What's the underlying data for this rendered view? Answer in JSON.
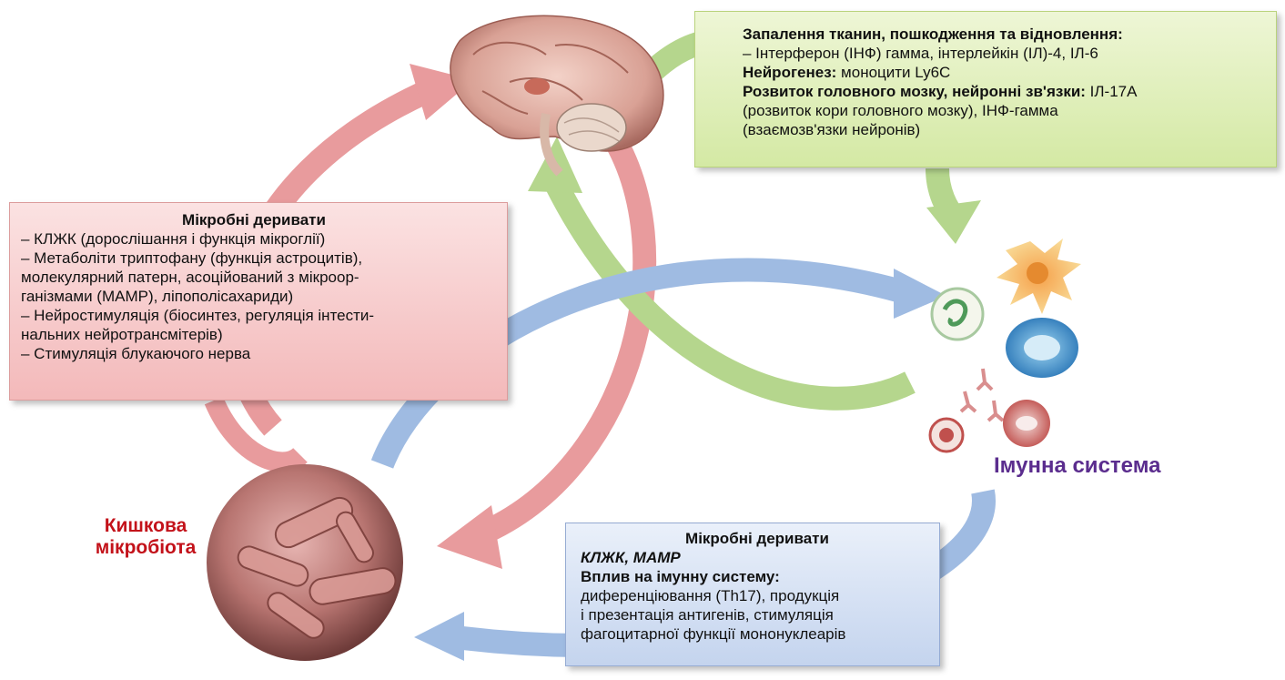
{
  "brain_effects_box": {
    "title": "Запалення тканин, пошкодження та відновлення:",
    "line1": "– Інтерферон (ІНФ) гамма, інтерлейкін (ІЛ)-4, ІЛ-6",
    "neuro_label": "Нейрогенез:",
    "neuro_text": " моноцити Ly6C",
    "dev_label": "Розвиток головного мозку, нейронні зв'язки:",
    "dev_text": " ІЛ-17А",
    "line4": "(розвиток кори головного мозку), ІНФ-гамма",
    "line5": "(взаємозв'язки нейронів)"
  },
  "microbial_derivatives_box": {
    "title": "Мікробні деривати",
    "lines": [
      "– КЛЖК (дорослішання і функція мікроглії)",
      "– Метаболіти триптофану (функція астроцитів),",
      "молекулярний патерн, асоційований з мікроор-",
      "ганізмами (МАМР), ліпополісахариди)",
      "– Нейростимуляція (біосинтез, регуляція інтести-",
      "нальних нейротрансмітерів)",
      "– Стимуляція блукаючого нерва"
    ]
  },
  "immune_effects_box": {
    "title": "Мікробні деривати",
    "subtitle": "КЛЖК, МАМР",
    "effect_label": "Вплив на імунну систему:",
    "lines": [
      "диференціювання (Th17), продукція",
      "і презентація антигенів, стимуляція",
      "фагоцитарної функції мононуклеарів"
    ]
  },
  "labels": {
    "gut_line1": "Кишкова",
    "gut_line2": "мікробіота",
    "immune": "Імунна система"
  },
  "colors": {
    "red_arrow": "#e58a8c",
    "green_arrow": "#a9d07a",
    "blue_arrow": "#8fb0dd",
    "gut_label": "#c3121a",
    "immune_label": "#5b2d8e"
  },
  "icons": [
    "brain-image",
    "gut-bacteria-image",
    "immune-cells-image"
  ]
}
